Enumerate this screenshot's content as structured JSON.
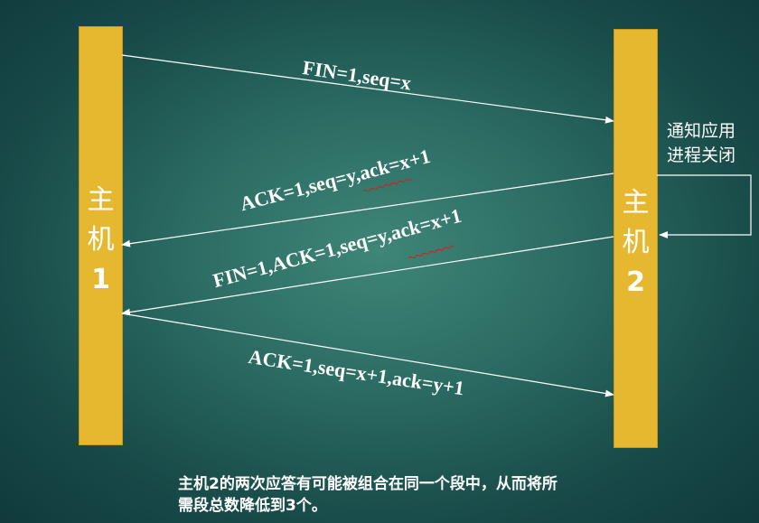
{
  "hosts": {
    "host1": {
      "chars": [
        "主",
        "机"
      ],
      "num": "1"
    },
    "host2": {
      "chars": [
        "主",
        "机"
      ],
      "num": "2"
    }
  },
  "messages": [
    {
      "label": "FIN=1,seq=x"
    },
    {
      "label": "ACK=1,seq=y,ack=x+1"
    },
    {
      "label": "FIN=1,ACK=1,seq=y,ack=x+1"
    },
    {
      "label": "ACK=1,seq=x+1,ack=y+1"
    }
  ],
  "side_note": {
    "line1": "通知应用",
    "line2": "进程关闭"
  },
  "footnote": "主机2的两次应答有可能被组合在同一个段中，从而将所需段总数降低到3个。",
  "colors": {
    "bar": "#e6b82f",
    "arrow": "#ffffff",
    "background": "#2a6a62"
  }
}
